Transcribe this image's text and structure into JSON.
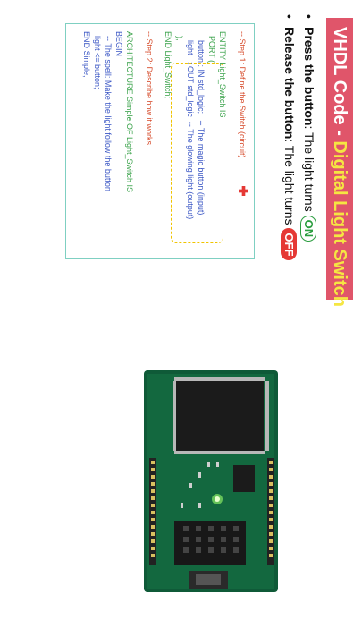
{
  "title": {
    "prefix": "VHDL Code - ",
    "accent": "Digital Light Switch"
  },
  "bullets": [
    {
      "bold": "Press the button",
      "text": ": The light turns ",
      "pill": "ON"
    },
    {
      "bold": "Release the button",
      "text": ": The light turns ",
      "pill": "OFF"
    }
  ],
  "code": {
    "step1": "-- Step 1: Define the Switch (circuit)",
    "entity": "ENTITY Light_Switch IS",
    "port": "  PORT (",
    "button": "    button : IN std_logic;   -- The magic button (input)",
    "light": "    light   : OUT std_logic  -- The glowing light (output)",
    "close": "  );",
    "end_entity": "END Light_Switch;",
    "step2": "-- Step 2: Describe how it works",
    "arch": "ARCHITECTURE Simple OF Light_Switch IS",
    "begin": "BEGIN",
    "spell": "  -- The spell: Make the light follow the button",
    "assign": "  light <= button;",
    "end_arch": "END Simple;"
  },
  "colors": {
    "title_bg": "#e0556a",
    "title_accent": "#f5e642",
    "on": "#2c9e40",
    "off": "#e53935",
    "comment": "#d64a2a",
    "keyword": "#3aa24a",
    "card_border": "#7fd0c2",
    "dash": "#f0c400"
  },
  "icons": [
    "plus-icon"
  ]
}
